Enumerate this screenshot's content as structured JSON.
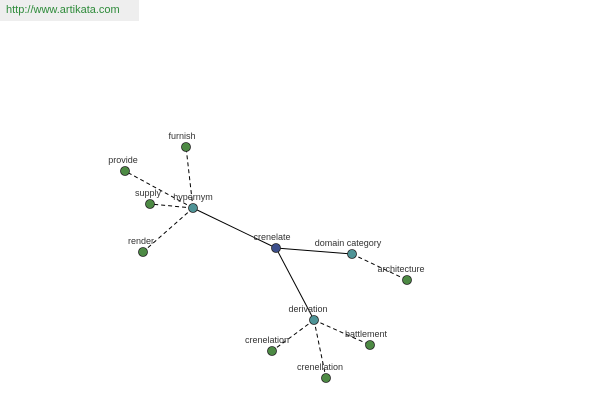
{
  "header": {
    "url": "http://www.artikata.com"
  },
  "graph": {
    "colors": {
      "center": "#3c4f8c",
      "relation": "#4f9497",
      "leaf": "#4d8a44",
      "edge": "#000000"
    },
    "nodes": [
      {
        "id": "crenelate",
        "label": "crenelate",
        "kind": "center"
      },
      {
        "id": "hypernym",
        "label": "hypernym",
        "kind": "relation"
      },
      {
        "id": "domain_category",
        "label": "domain category",
        "kind": "relation"
      },
      {
        "id": "derivation",
        "label": "derivation",
        "kind": "relation"
      },
      {
        "id": "furnish",
        "label": "furnish",
        "kind": "leaf"
      },
      {
        "id": "provide",
        "label": "provide",
        "kind": "leaf"
      },
      {
        "id": "supply",
        "label": "supply",
        "kind": "leaf"
      },
      {
        "id": "render",
        "label": "render",
        "kind": "leaf"
      },
      {
        "id": "architecture",
        "label": "architecture",
        "kind": "leaf"
      },
      {
        "id": "crenelation_1",
        "label": "crenelation",
        "kind": "leaf"
      },
      {
        "id": "battlement",
        "label": "battlement",
        "kind": "leaf"
      },
      {
        "id": "crenellation",
        "label": "crenellation",
        "kind": "leaf"
      }
    ],
    "edges": [
      {
        "from": "crenelate",
        "to": "hypernym",
        "style": "solid"
      },
      {
        "from": "crenelate",
        "to": "domain_category",
        "style": "solid"
      },
      {
        "from": "crenelate",
        "to": "derivation",
        "style": "solid"
      },
      {
        "from": "hypernym",
        "to": "furnish",
        "style": "dashed"
      },
      {
        "from": "hypernym",
        "to": "provide",
        "style": "dashed"
      },
      {
        "from": "hypernym",
        "to": "supply",
        "style": "dashed"
      },
      {
        "from": "hypernym",
        "to": "render",
        "style": "dashed"
      },
      {
        "from": "domain_category",
        "to": "architecture",
        "style": "dashed"
      },
      {
        "from": "derivation",
        "to": "crenelation_1",
        "style": "dashed"
      },
      {
        "from": "derivation",
        "to": "battlement",
        "style": "dashed"
      },
      {
        "from": "derivation",
        "to": "crenellation",
        "style": "dashed"
      }
    ]
  }
}
